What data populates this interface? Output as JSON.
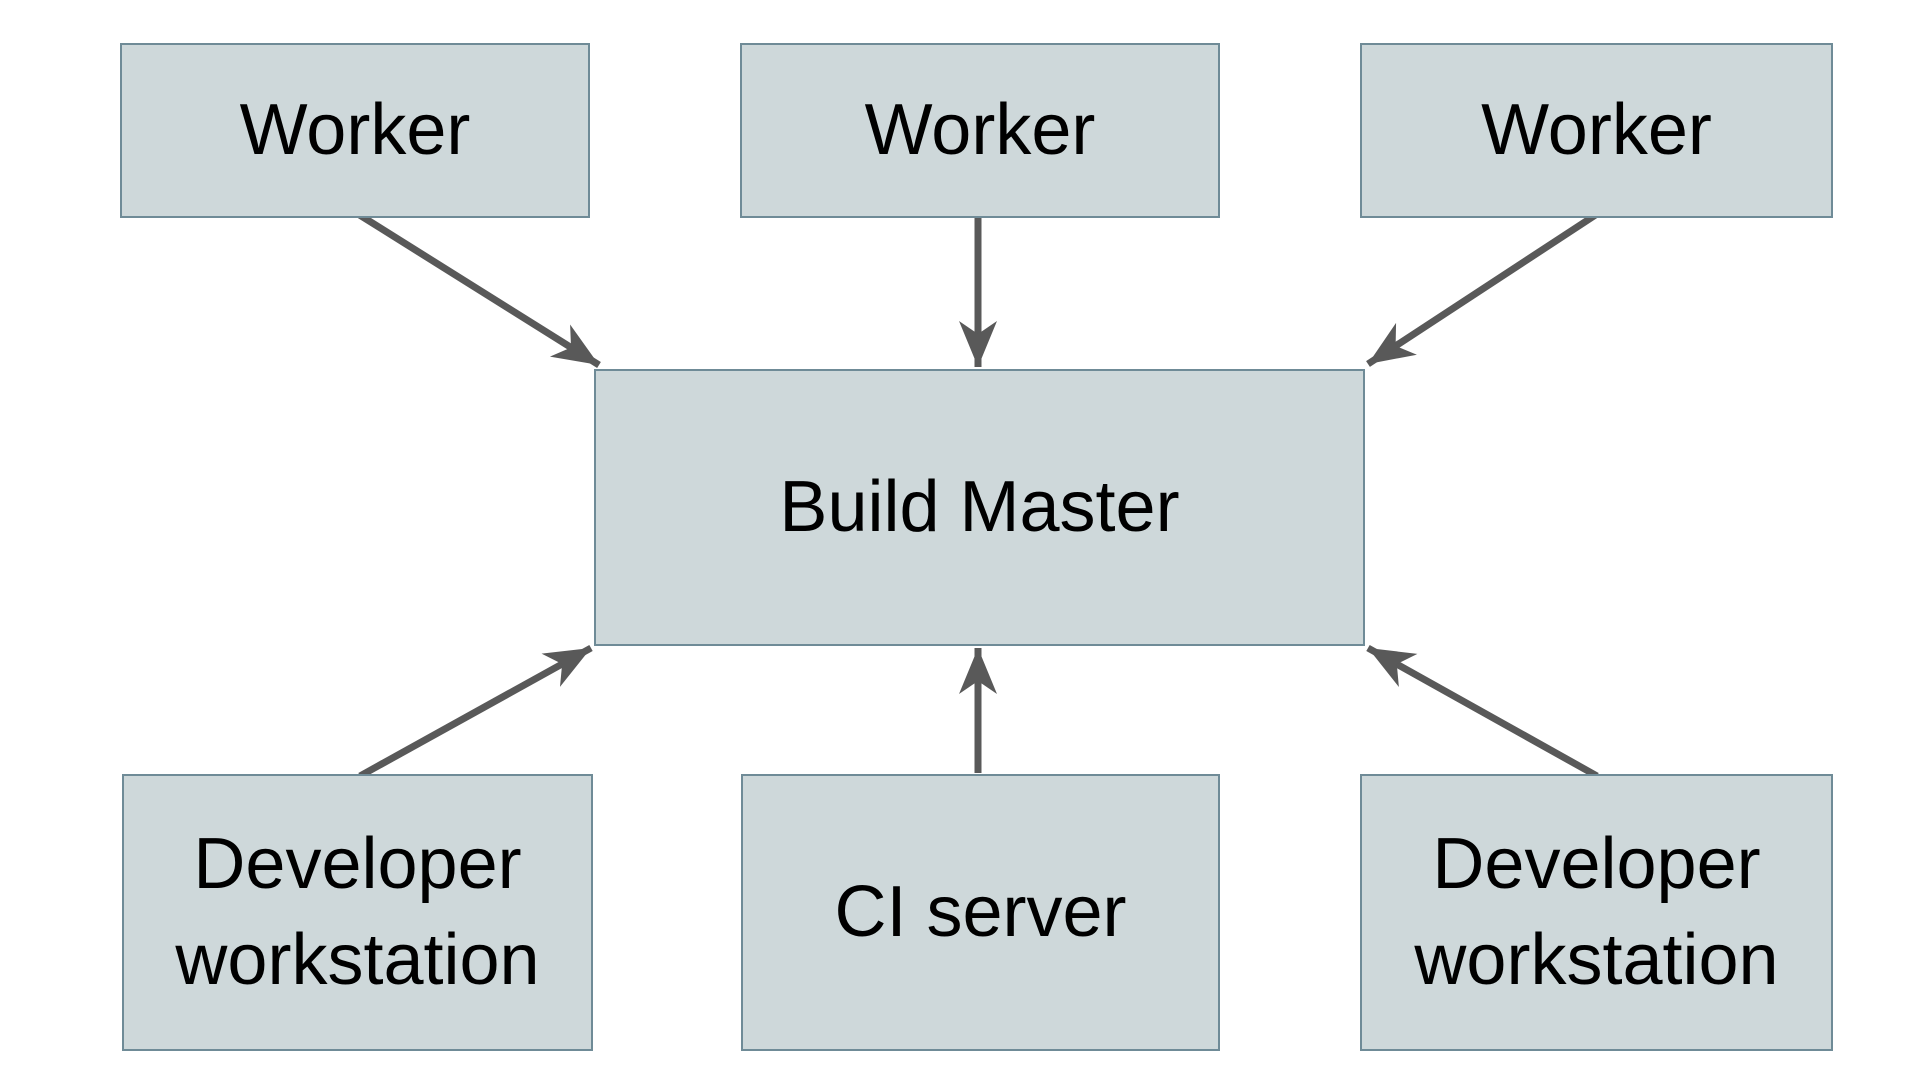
{
  "diagram": {
    "type": "architecture-diagram",
    "nodes": {
      "worker_1": {
        "label": "Worker"
      },
      "worker_2": {
        "label": "Worker"
      },
      "worker_3": {
        "label": "Worker"
      },
      "build_master": {
        "label": "Build Master"
      },
      "dev_workstation_left": {
        "label": "Developer workstation"
      },
      "ci_server": {
        "label": "CI server"
      },
      "dev_workstation_right": {
        "label": "Developer workstation"
      }
    },
    "edges": [
      {
        "from": "worker_1",
        "to": "build_master",
        "direction": "down-right"
      },
      {
        "from": "worker_2",
        "to": "build_master",
        "direction": "down"
      },
      {
        "from": "worker_3",
        "to": "build_master",
        "direction": "down-left"
      },
      {
        "from": "dev_workstation_left",
        "to": "build_master",
        "direction": "up-right"
      },
      {
        "from": "ci_server",
        "to": "build_master",
        "direction": "up"
      },
      {
        "from": "dev_workstation_right",
        "to": "build_master",
        "direction": "up-left"
      }
    ],
    "colors": {
      "node_fill": "#ced8da",
      "node_border": "#6f8b97",
      "arrow": "#595959",
      "text": "#000000",
      "background": "#ffffff"
    }
  }
}
